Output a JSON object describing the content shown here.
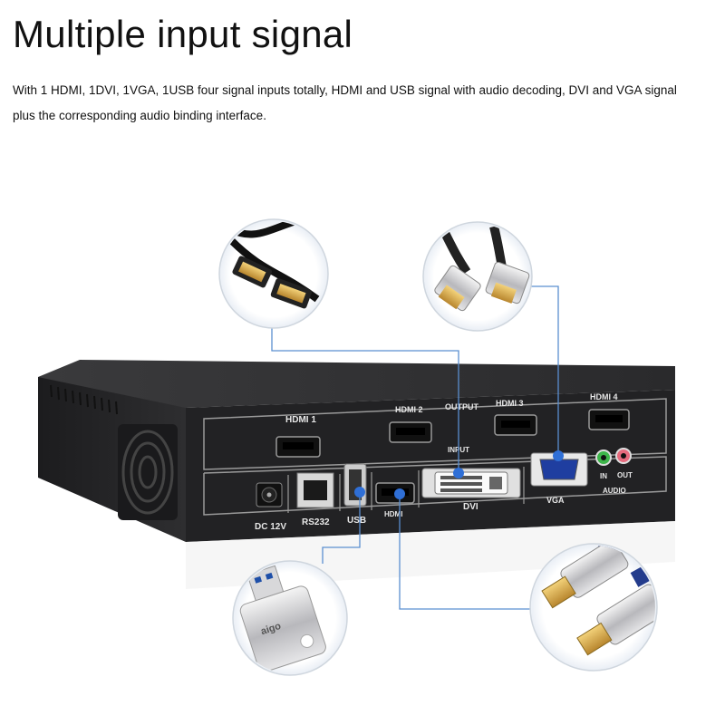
{
  "headline": "Multiple input signal",
  "description": "With 1 HDMI, 1DVI, 1VGA, 1USB four signal inputs totally, HDMI and USB signal with audio decoding, DVI and VGA signal plus the corresponding audio binding interface.",
  "panel": {
    "output_group": "OUTPUT",
    "input_group": "INPUT",
    "outputs": [
      "HDMI 1",
      "HDMI 2",
      "HDMI 3",
      "HDMI 4"
    ],
    "ports": {
      "power": "DC 12V",
      "serial": "RS232",
      "usb": "USB",
      "hdmi": "HDMI",
      "dvi": "DVI",
      "vga": "VGA",
      "audio": "AUDIO",
      "audio_in": "IN",
      "audio_out": "OUT"
    }
  },
  "callouts": [
    {
      "icon": "dvi-cable-icon"
    },
    {
      "icon": "vga-cable-icon"
    },
    {
      "icon": "usb-flash-drive-icon",
      "brand": "aigo"
    },
    {
      "icon": "hdmi-cable-icon"
    }
  ],
  "colors": {
    "callout_line": "#5b8fd0",
    "device_body": "#2b2b2d",
    "panel": "#1d1d1f",
    "label": "#e8e8e8"
  }
}
